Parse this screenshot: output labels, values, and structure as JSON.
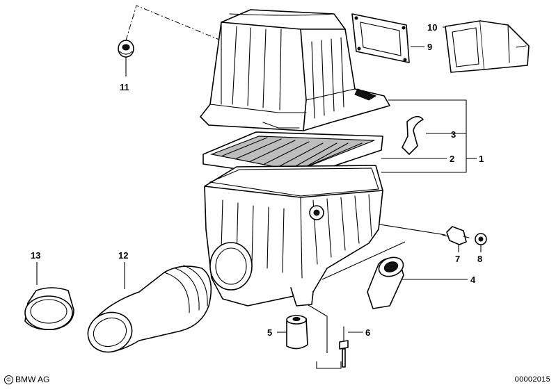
{
  "diagram": {
    "callouts": {
      "c1": "1",
      "c2": "2",
      "c3": "3",
      "c4": "4",
      "c5": "5",
      "c6": "6",
      "c7": "7",
      "c8": "8",
      "c9": "9",
      "c10": "10",
      "c11": "11",
      "c12": "12",
      "c13": "13"
    },
    "copyright_symbol": "©",
    "brand": "BMW AG",
    "drawing_number": "00002015"
  }
}
